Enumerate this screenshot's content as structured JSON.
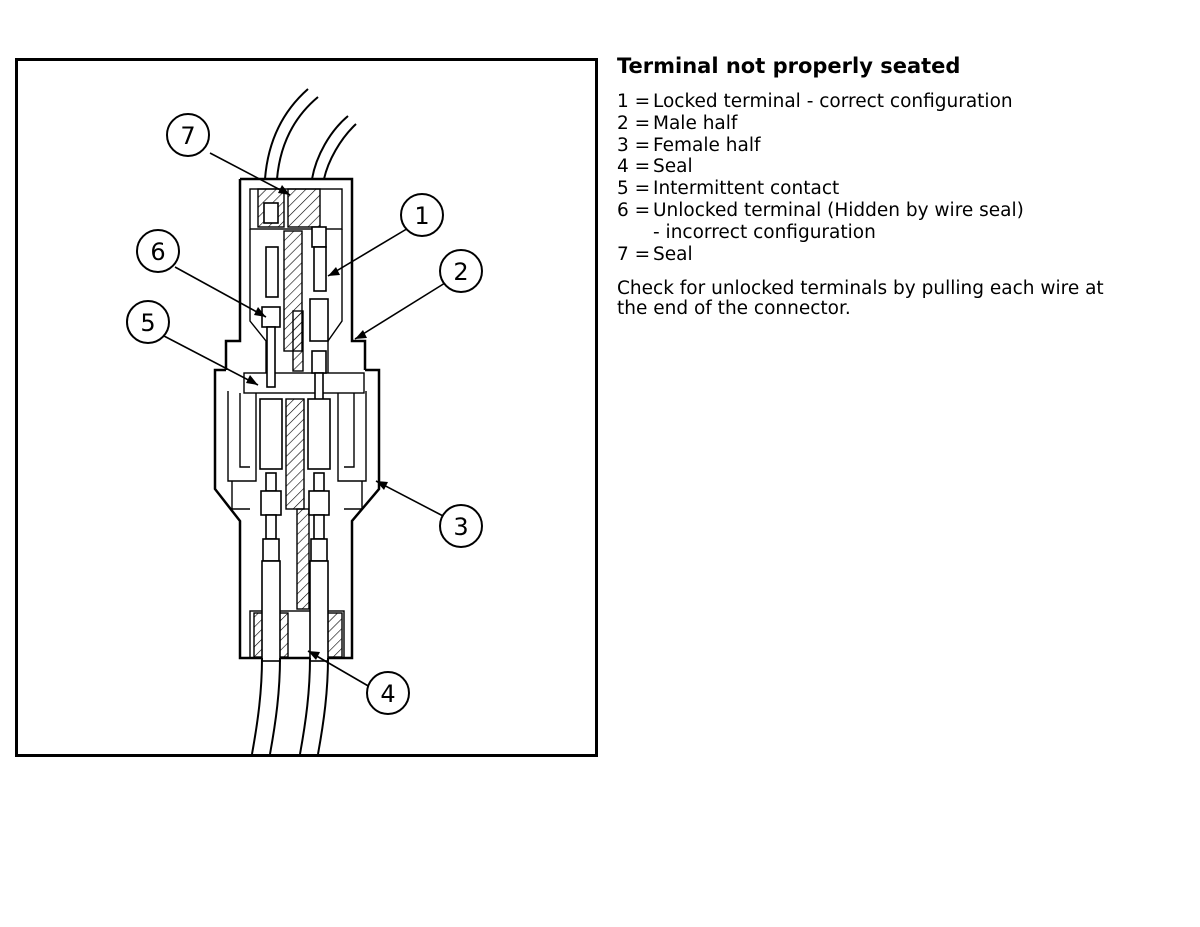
{
  "title": "Terminal not properly seated",
  "legend": [
    {
      "num": "1 =",
      "label": "Locked terminal - correct configuration"
    },
    {
      "num": "2 =",
      "label": "Male half"
    },
    {
      "num": "3 =",
      "label": "Female half"
    },
    {
      "num": "4 =",
      "label": "Seal"
    },
    {
      "num": "5 =",
      "label": "Intermittent contact"
    },
    {
      "num": "6 =",
      "label": "Unlocked terminal (Hidden by wire seal)",
      "sub": "- incorrect configuration"
    },
    {
      "num": "7 =",
      "label": "Seal"
    }
  ],
  "note": "Check for unlocked terminals by pulling each wire at the end of the connector.",
  "callouts": [
    "1",
    "2",
    "3",
    "4",
    "5",
    "6",
    "7"
  ]
}
